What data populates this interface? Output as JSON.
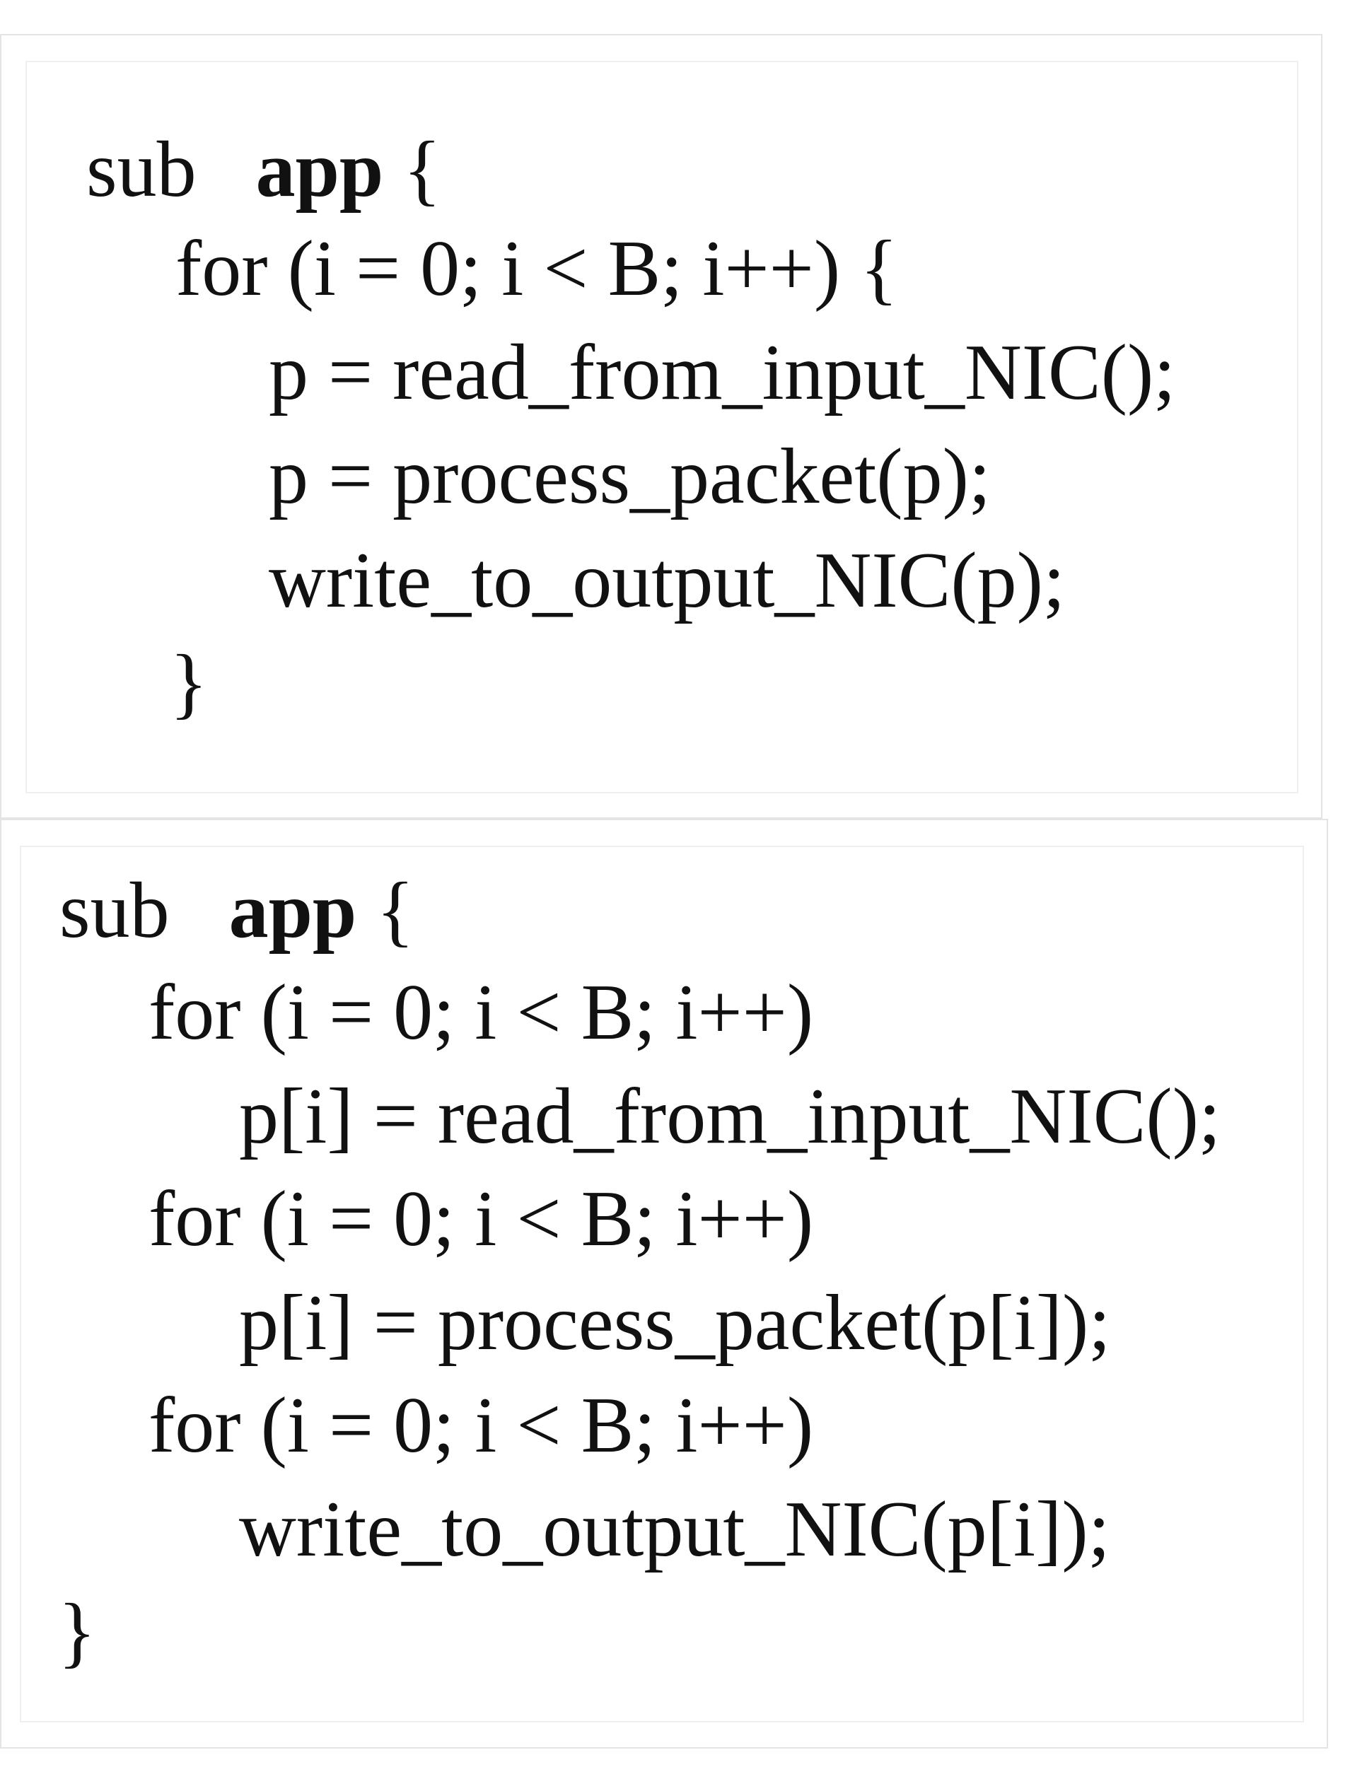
{
  "top_listing": {
    "lines": [
      {
        "keyword": "sub",
        "name": "app",
        "brace": "{"
      },
      {
        "text": "for (i = 0; i < B; i++) {"
      },
      {
        "text": "p = read_from_input_NIC();"
      },
      {
        "text": "p = process_packet(p);"
      },
      {
        "text": "write_to_output_NIC(p);"
      },
      {
        "text": "}"
      }
    ]
  },
  "bottom_listing": {
    "lines": [
      {
        "keyword": "sub",
        "name": "app",
        "brace": "{"
      },
      {
        "text": "for (i = 0; i < B; i++)"
      },
      {
        "text": "p[i] = read_from_input_NIC();"
      },
      {
        "text": "for (i = 0; i < B; i++)"
      },
      {
        "text": "p[i] = process_packet(p[i]);"
      },
      {
        "text": "for (i = 0; i < B; i++)"
      },
      {
        "text": "write_to_output_NIC(p[i]);"
      },
      {
        "text": "}"
      }
    ]
  }
}
